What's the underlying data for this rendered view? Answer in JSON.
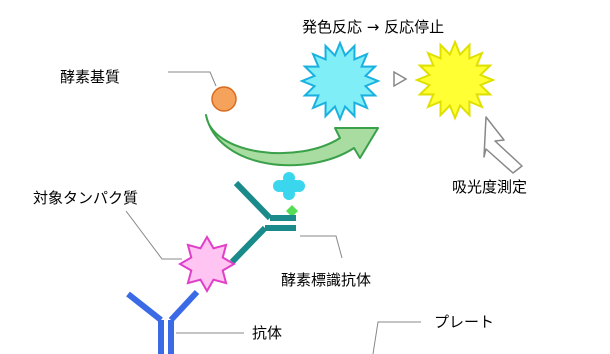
{
  "labels": {
    "reaction_header": "発色反応 → 反応停止",
    "enzyme_substrate": "酵素基質",
    "absorbance": "吸光度測定",
    "target_protein": "対象タンパク質",
    "labeled_antibody": "酵素標識抗体",
    "antibody": "抗体",
    "plate": "プレート"
  },
  "colors": {
    "substrate_fill": "#f5a25d",
    "substrate_stroke": "#d96b1e",
    "arrow_fill": "#a9dca0",
    "arrow_stroke": "#3aa04a",
    "color_reaction_fill": "#7feef7",
    "color_reaction_stroke": "#1ab0e0",
    "stop_fill": "#ffff33",
    "stop_stroke": "#e0e000",
    "enzyme_fill": "#3ad6ee",
    "enzyme_link": "#55dd55",
    "labeled_antibody_color": "#1a8a8a",
    "antibody_color": "#3a6ae6",
    "protein_fill": "#ffc4f2",
    "protein_stroke": "#e040c8",
    "leader_line": "#888888"
  },
  "icons": {
    "transition": "triangle-right-outline",
    "measurement": "arrow-outline"
  }
}
